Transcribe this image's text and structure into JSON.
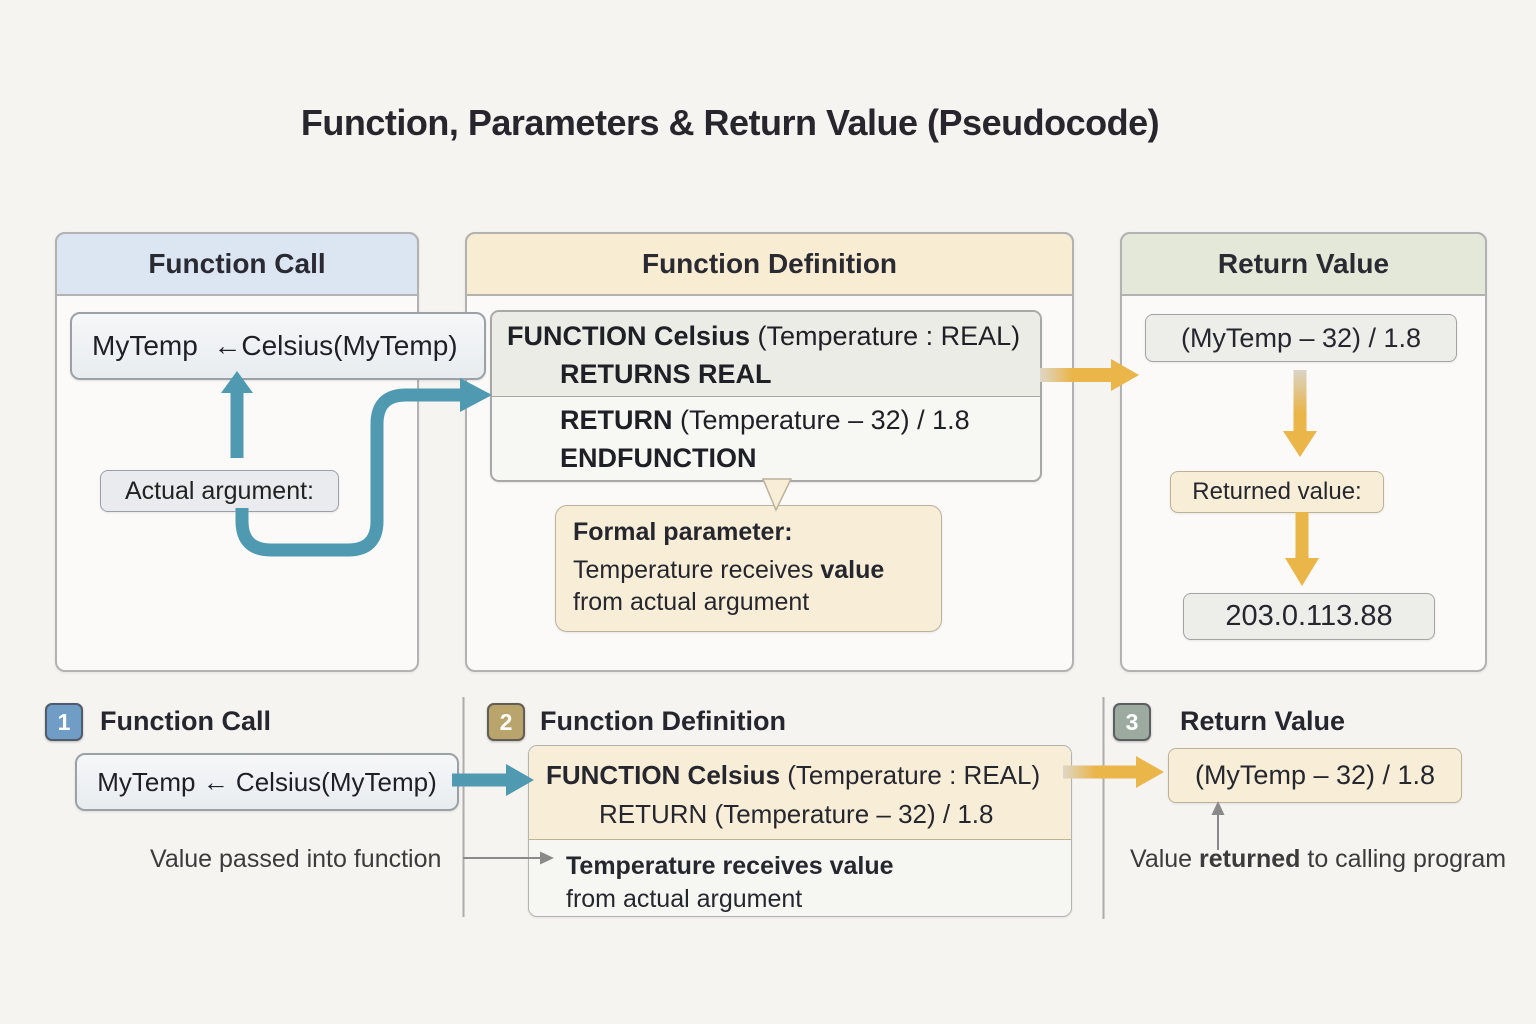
{
  "title": "Function, Parameters & Return Value (Pseudocode)",
  "colors": {
    "teal_arrow": "#4f9ab0",
    "yellow_arrow": "#eab549",
    "header_blue": "#dce6f2",
    "header_cream": "#f8edd3",
    "header_green": "#e4e8d8"
  },
  "panels": {
    "function_call": {
      "header": "Function Call",
      "code": "MyTemp  ←Celsius(MyTemp)",
      "actual_label": "Actual argument:"
    },
    "function_definition": {
      "header": "Function Definition",
      "code1_bold": "FUNCTION Celsius",
      "code1_rest": " (Temperature : REAL)",
      "code2": "RETURNS REAL",
      "code3_bold": "RETURN",
      "code3_rest": " (Temperature – 32) / 1.8",
      "code4": "ENDFUNCTION",
      "callout_title": "Formal parameter:",
      "callout_l1a": "Temperature receives ",
      "callout_l1b": "value",
      "callout_l2": "from actual argument"
    },
    "return_value": {
      "header": "Return Value",
      "expression": "(MyTemp – 32) / 1.8",
      "label": "Returned value:",
      "result": "203.0.113.88"
    }
  },
  "legend": {
    "item1": {
      "number": "1",
      "title": "Function Call",
      "code": "MyTemp ← Celsius(MyTemp)",
      "caption": "Value passed into function"
    },
    "item2": {
      "number": "2",
      "title": "Function Definition",
      "code1_bold": "FUNCTION Celsius",
      "code1_rest": " (Temperature : REAL)",
      "code2": "RETURN (Temperature – 32) / 1.8",
      "note_line1": "Temperature receives value",
      "note_line2": "from actual argument"
    },
    "item3": {
      "number": "3",
      "title": "Return Value",
      "code": "(MyTemp – 32) / 1.8",
      "caption_pre": "Value ",
      "caption_bold": "returned",
      "caption_post": " to calling program"
    }
  }
}
